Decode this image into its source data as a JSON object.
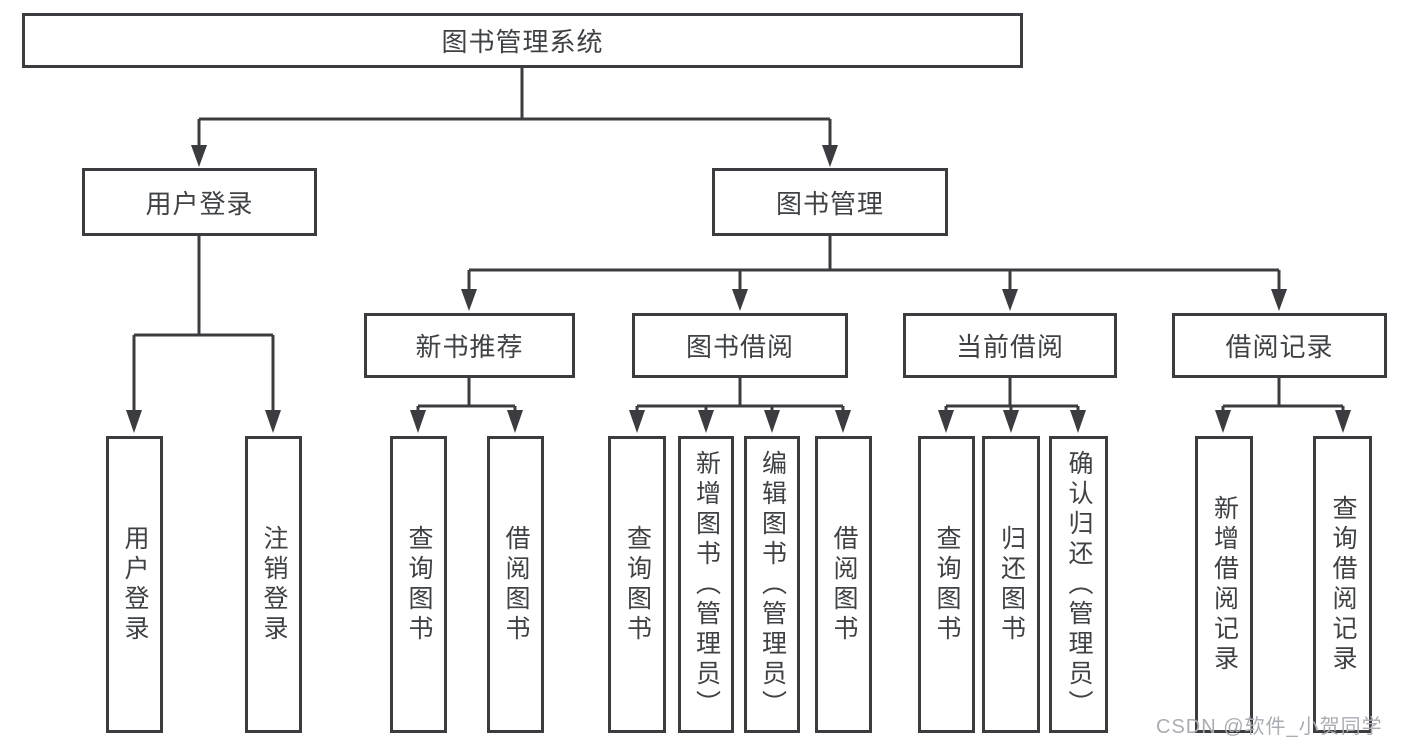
{
  "theme": {
    "line_color": "#3a3c40",
    "text_color": "#3f4245",
    "box_background": "#ffffff",
    "page_background": "#ffffff",
    "watermark_color": "#a9acb3"
  },
  "watermark": {
    "text": "CSDN @软件_小贺同学"
  },
  "tree": {
    "root": {
      "label": "图书管理系统"
    },
    "branches": [
      {
        "label": "用户登录",
        "children": [
          {
            "label": "用户登录"
          },
          {
            "label": "注销登录"
          }
        ]
      },
      {
        "label": "图书管理",
        "modules": [
          {
            "label": "新书推荐",
            "children": [
              {
                "label": "查询图书"
              },
              {
                "label": "借阅图书"
              }
            ]
          },
          {
            "label": "图书借阅",
            "children": [
              {
                "label": "查询图书"
              },
              {
                "label": "新增图书（管理员）"
              },
              {
                "label": "编辑图书（管理员）"
              },
              {
                "label": "借阅图书"
              }
            ]
          },
          {
            "label": "当前借阅",
            "children": [
              {
                "label": "查询图书"
              },
              {
                "label": "归还图书"
              },
              {
                "label": "确认归还（管理员）"
              }
            ]
          },
          {
            "label": "借阅记录",
            "children": [
              {
                "label": "新增借阅记录"
              },
              {
                "label": "查询借阅记录"
              }
            ]
          }
        ]
      }
    ]
  }
}
